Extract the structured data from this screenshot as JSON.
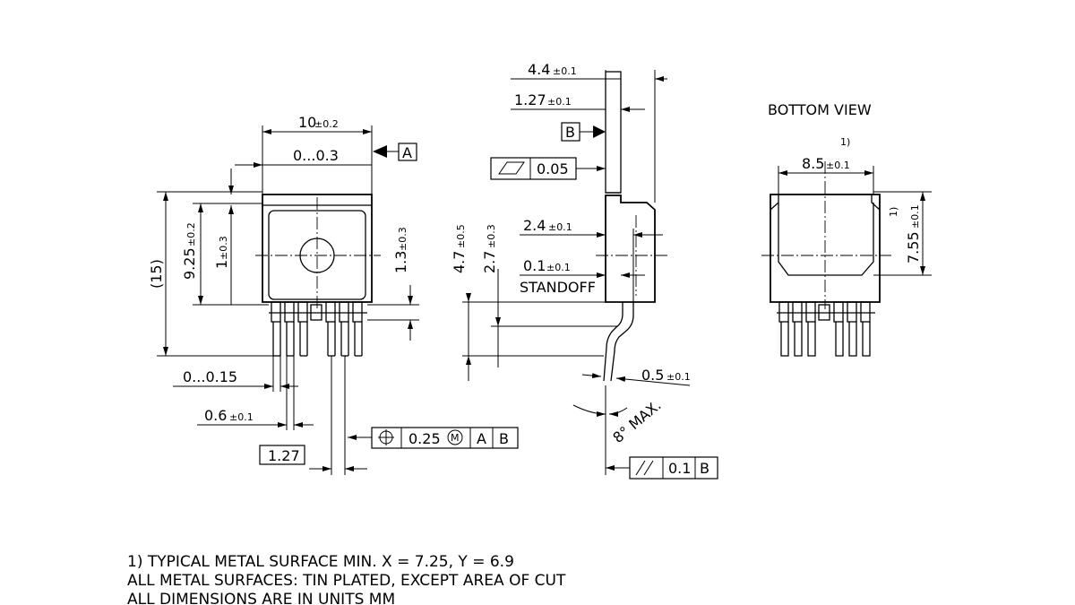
{
  "front_view": {
    "width": "10",
    "width_tol": "±0.2",
    "tab_offset": "0...0.3",
    "datum_a": "A",
    "height_total": "(15)",
    "body_height": "9.25",
    "body_height_tol": "±0.2",
    "tab_step": "1",
    "tab_step_tol": "±0.3",
    "lead_step": "1.3",
    "lead_step_tol": "±0.3",
    "lead_offset": "0...0.15",
    "lead_width": "0.6",
    "lead_width_tol": "±0.1",
    "pitch": "1.27",
    "position_tol": "0.25",
    "position_modifier": "M",
    "ref_a": "A",
    "ref_b": "B"
  },
  "side_view": {
    "total_thickness": "4.4",
    "total_thickness_tol": "±0.1",
    "tab_thickness": "1.27",
    "tab_thickness_tol": "±0.1",
    "datum_b": "B",
    "flatness": "0.05",
    "body_height": "4.7",
    "body_height_tol": "±0.5",
    "lead_height": "2.7",
    "lead_height_tol": "±0.3",
    "lead_offset": "2.4",
    "lead_offset_tol": "±0.1",
    "standoff": "0.1",
    "standoff_tol": "±0.1",
    "standoff_label": "STANDOFF",
    "lead_thickness": "0.5",
    "lead_thickness_tol": "±0.1",
    "angle": "8° MAX.",
    "parallelism": "0.1",
    "parallelism_ref": "B"
  },
  "bottom_view": {
    "title": "BOTTOM VIEW",
    "note_ref": "1)",
    "width": "8.5",
    "width_tol": "±0.1",
    "height": "7.55",
    "height_tol": "±0.1",
    "height_note": "1)"
  },
  "notes": [
    "1) TYPICAL METAL SURFACE MIN. X = 7.25, Y = 6.9",
    "ALL METAL SURFACES: TIN PLATED, EXCEPT AREA OF CUT",
    "ALL DIMENSIONS ARE IN UNITS MM"
  ]
}
